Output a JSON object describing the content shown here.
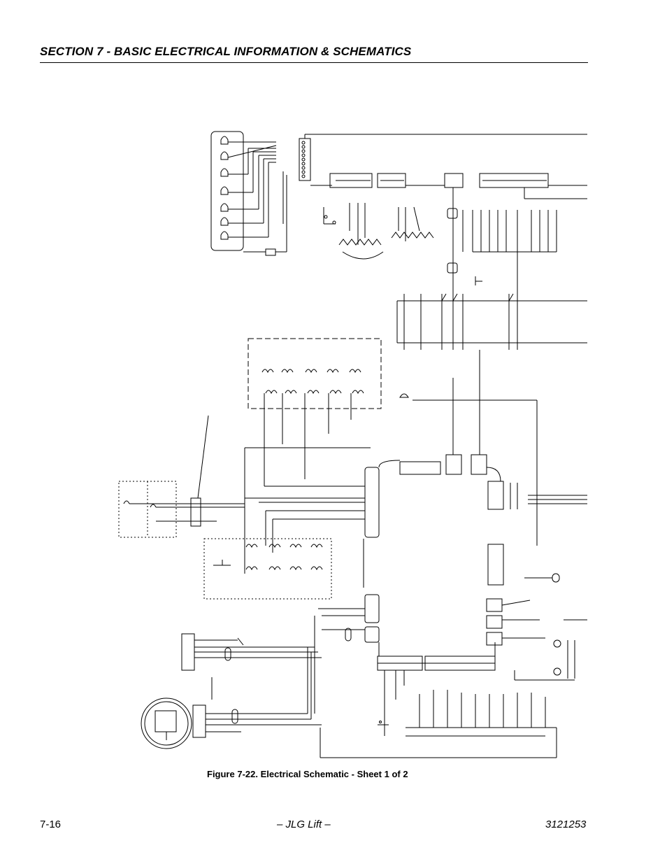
{
  "header": {
    "section_title": "SECTION 7 - BASIC ELECTRICAL INFORMATION & SCHEMATICS"
  },
  "figure": {
    "caption": "Figure 7-22.  Electrical Schematic - Sheet 1 of 2"
  },
  "footer": {
    "page_number": "7-16",
    "brand": "– JLG Lift –",
    "doc_number": "3121253"
  }
}
